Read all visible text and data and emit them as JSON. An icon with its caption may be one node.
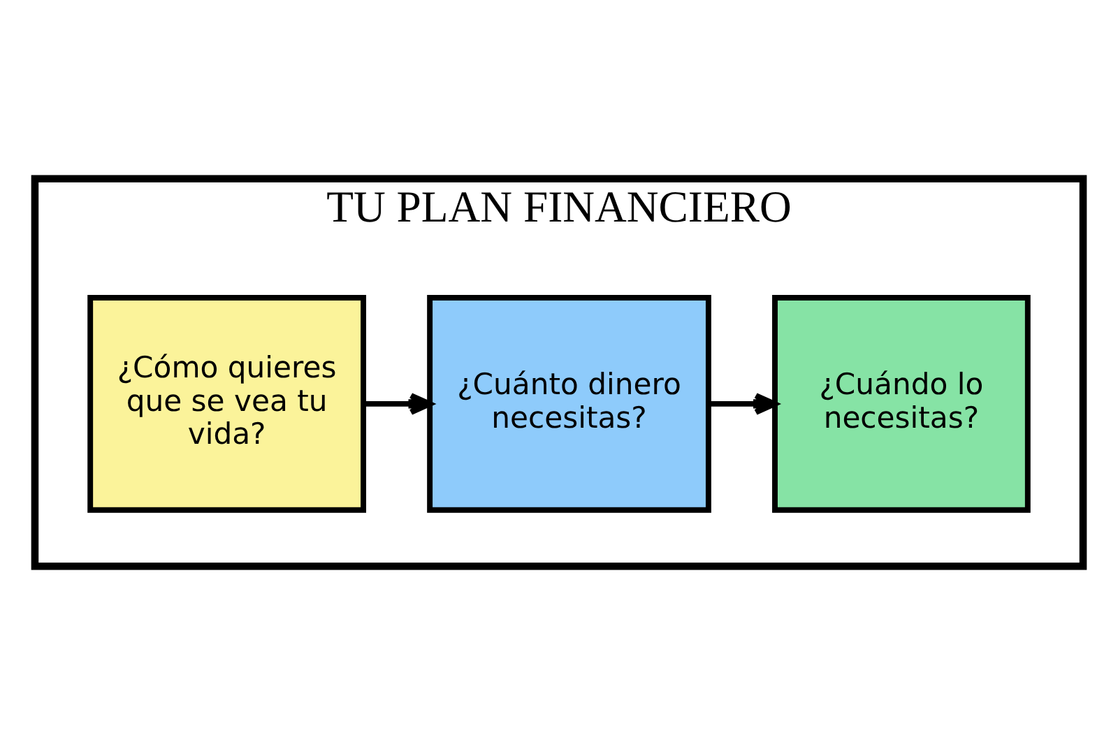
{
  "diagram": {
    "nodes": [
      {
        "text": [
          "TU PLAN FINANCIERO"
        ]
      },
      {
        "text": [
          "¿Cómo quieres que se vea tu vida?"
        ],
        "in": 0
      },
      {
        "text": [
          "¿Cuánto dinero necesitas?"
        ],
        "in": 0
      },
      {
        "text": [
          "¿Cuándo lo necesitas?"
        ],
        "in": 0
      }
    ],
    "edges": [
      {
        "from": 1,
        "to": 2,
        "arrow": "to"
      },
      {
        "from": 2,
        "to": 3,
        "arrow": "to"
      }
    ]
  }
}
